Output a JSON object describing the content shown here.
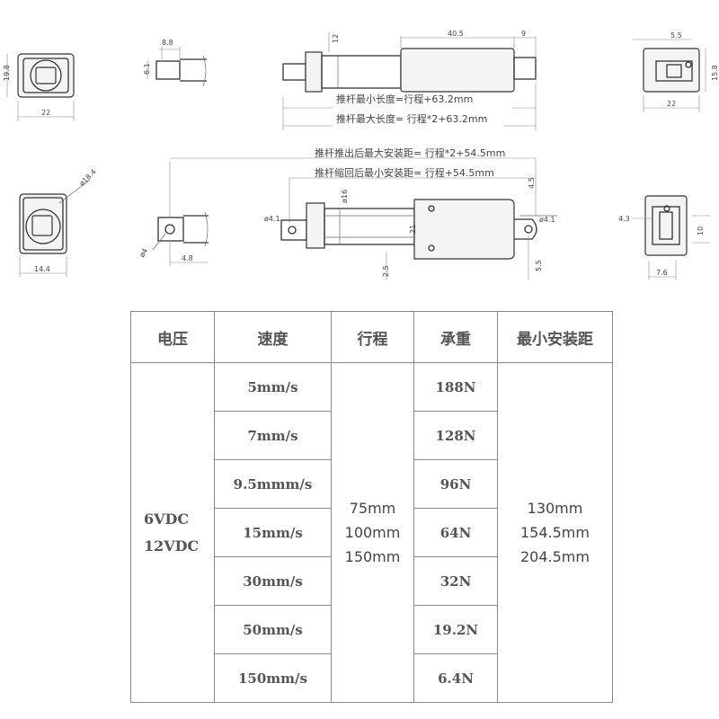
{
  "drawing": {
    "dims": {
      "top_left_height": "19.8",
      "top_left_width": "22",
      "rod_end_width": "8.8",
      "rod_end_height": "6.1",
      "body_side_height": "12",
      "body_length": "40.5",
      "body_tail": "9",
      "right_top_width": "5.5",
      "right_top_height": "15.8",
      "right_top_base": "22",
      "bottom_left_diameter": "ø18.4",
      "bottom_left_width": "14.4",
      "rod_hole": "ø4",
      "rod_hole_offset": "4.8",
      "front_hole": "ø4.1",
      "tube_diameter": "ø16",
      "body_height": "21",
      "rear_hole": "ø4.1",
      "rear_offset_top": "4.5",
      "front_offset_bottom": "2.5",
      "rear_offset_bottom": "5.5",
      "right_bottom_left": "4.3",
      "right_bottom_height": "10",
      "right_bottom_width": "7.6"
    },
    "notes": {
      "min_length": "推杆最小长度=行程+63.2mm",
      "max_length": "推杆最大长度= 行程*2+63.2mm",
      "max_install": "推杆推出后最大安装距= 行程*2+54.5mm",
      "min_install": "推杆缩回后最小安装距= 行程+54.5mm"
    }
  },
  "table": {
    "headers": [
      "电压",
      "速度",
      "行程",
      "承重",
      "最小安装距"
    ],
    "voltages": [
      "6VDC",
      "12VDC"
    ],
    "speeds": [
      "5mm/s",
      "7mm/s",
      "9.5mmm/s",
      "15mm/s",
      "30mm/s",
      "50mm/s",
      "150mm/s"
    ],
    "strokes": [
      "75mm",
      "100mm",
      "150mm"
    ],
    "loads": [
      "188N",
      "128N",
      "96N",
      "64N",
      "32N",
      "19.2N",
      "6.4N"
    ],
    "min_install_distances": [
      "130mm",
      "154.5mm",
      "204.5mm"
    ]
  }
}
